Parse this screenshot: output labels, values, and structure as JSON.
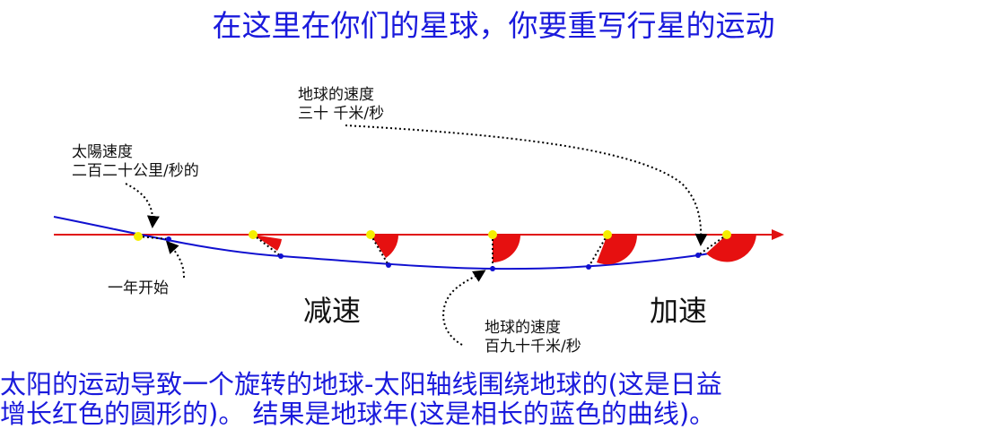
{
  "title": "在这里在你们的星球，你要重写行星的运动",
  "labels": {
    "earth_speed_top_1": "地球的速度",
    "earth_speed_top_2": "三十 千米/秒",
    "sun_speed_1": "太陽速度",
    "sun_speed_2": "二百二十公里/秒的",
    "year_start": "一年开始",
    "decelerate": "减速",
    "accelerate": "加速",
    "earth_speed_bottom_1": "地球的速度",
    "earth_speed_bottom_2": "百九十千米/秒"
  },
  "caption": {
    "line1": "太阳的运动导致一个旋转的地球-太阳轴线围绕地球的(这是日益",
    "line2": "增长红色的圆形的)。   结果是地球年(这是相长的蓝色的曲线)。"
  },
  "colors": {
    "title_text": "#1a1adc",
    "sun_path": "#e01010",
    "earth_path": "#1010d0",
    "sun": "#f5ee00",
    "wedge": "#e61010"
  }
}
